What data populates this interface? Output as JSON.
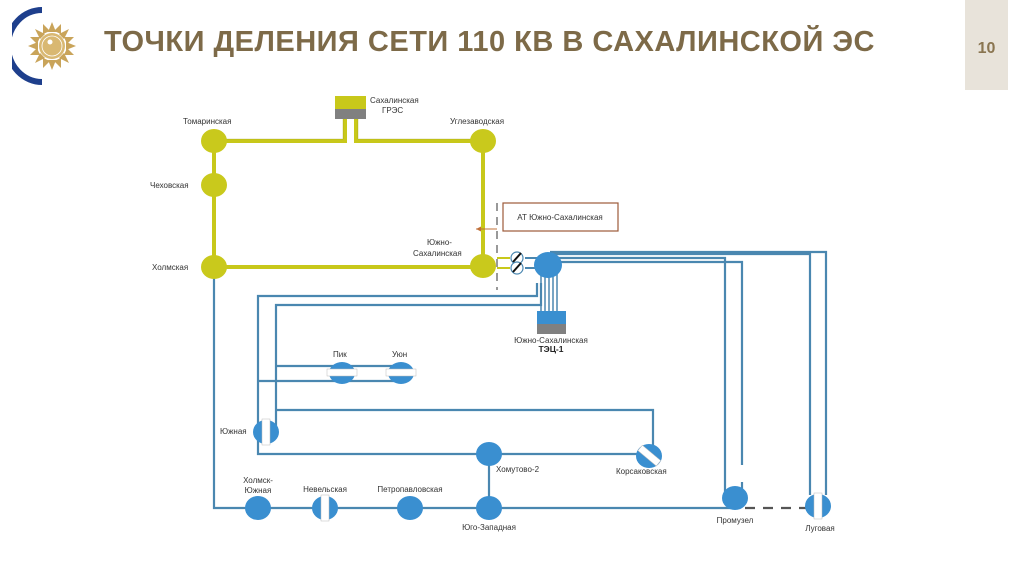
{
  "header": {
    "title": "ТОЧКИ ДЕЛЕНИЯ СЕТИ 110 КВ В САХАЛИНСКОЙ ЭС",
    "page_number": "10",
    "logo": "sun-emblem-icon"
  },
  "colors": {
    "title": "#7d6a48",
    "yellow_line": "#c8c81a",
    "yellow_node": "#c9c91c",
    "blue_line": "#4a87b0",
    "blue_node": "#3a8fd0",
    "page_box": "#e8e3da"
  },
  "diagram": {
    "stations": {
      "sakhalin_gres": [
        "Сахалинская",
        "ГРЭС"
      ],
      "tomarinskaya": "Томаринская",
      "uglezavodskaya": "Углезаводская",
      "chekhovskaya": "Чеховская",
      "kholmskaya": "Холмская",
      "yuzhno_sakhalinskaya": [
        "Южно-",
        "Сахалинская"
      ],
      "at_box": "АТ Южно-Сахалинская",
      "tec1": [
        "Южно-Сахалинская",
        "ТЭЦ-1"
      ],
      "pik": "Пик",
      "uyun": "Уюн",
      "yuzhnaya": "Южная",
      "khomutovo2": "Хомутово-2",
      "korsakovskaya": "Корсаковская",
      "kholmsk_yuzhnaya": [
        "Холмск-",
        "Южная"
      ],
      "nevelskaya": "Невельская",
      "petropavlovskaya": "Петропавловская",
      "yugo_zapadnaya": "Юго-Западная",
      "promuzel": "Промузел",
      "lugovaya": "Луговая"
    }
  }
}
